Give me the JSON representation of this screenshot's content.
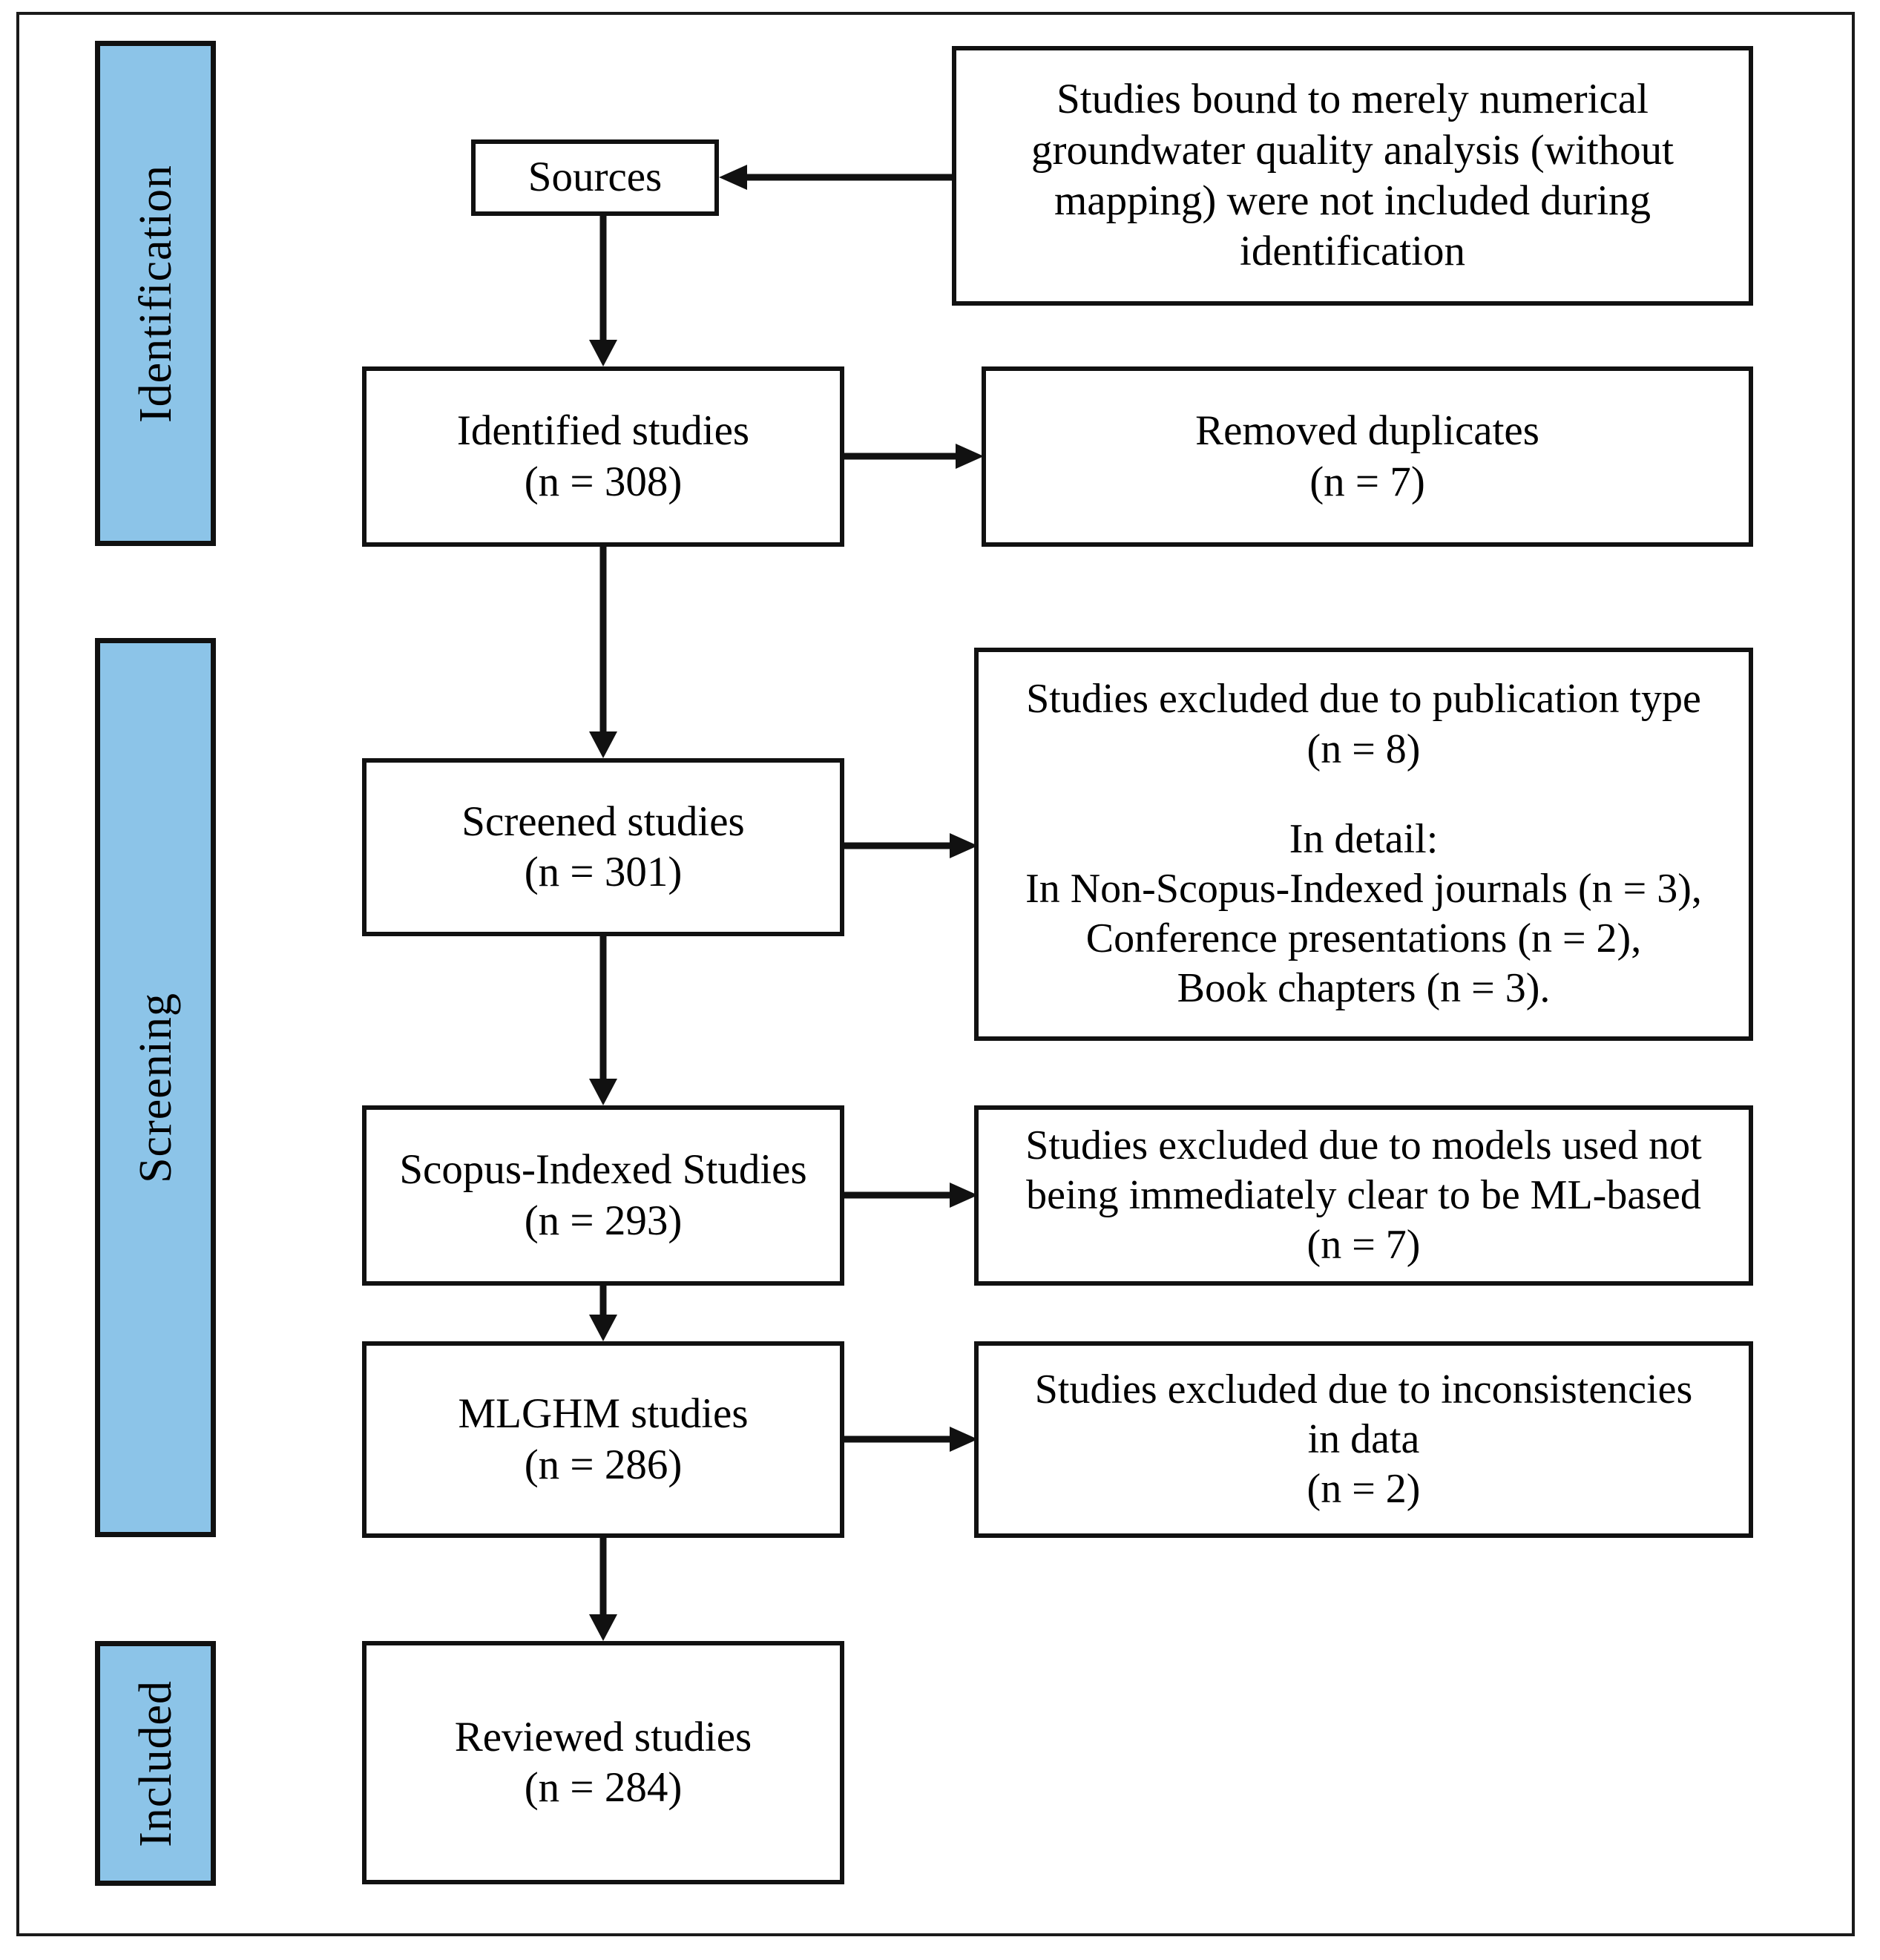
{
  "diagram": {
    "type": "prisma-flow-diagram",
    "stages": [
      {
        "id": "identification",
        "label": "Identification"
      },
      {
        "id": "screening",
        "label": "Screening"
      },
      {
        "id": "included",
        "label": "Included"
      }
    ],
    "boxes": [
      {
        "id": "sources",
        "stage": "identification",
        "column": "left",
        "lines": [
          "Sources"
        ]
      },
      {
        "id": "identification-note",
        "stage": "identification",
        "column": "right",
        "lines": [
          "Studies bound to merely numerical",
          "groundwater quality analysis (without",
          "mapping) were not included during",
          "identification"
        ]
      },
      {
        "id": "identified-studies",
        "stage": "identification",
        "column": "left",
        "lines": [
          "Identified studies",
          "(n = 308)"
        ],
        "count": 308
      },
      {
        "id": "removed-duplicates",
        "stage": "identification",
        "column": "right",
        "lines": [
          "Removed duplicates",
          "(n = 7)"
        ],
        "count": 7
      },
      {
        "id": "screened-studies",
        "stage": "screening",
        "column": "left",
        "lines": [
          "Screened studies",
          "(n = 301)"
        ],
        "count": 301
      },
      {
        "id": "excluded-publication-type",
        "stage": "screening",
        "column": "right",
        "lines": [
          "Studies excluded due to publication type",
          "(n = 8)",
          "",
          "In detail:",
          "In Non-Scopus-Indexed journals (n = 3),",
          "Conference presentations (n = 2),",
          "Book chapters (n = 3)."
        ],
        "count": 8
      },
      {
        "id": "scopus-indexed-studies",
        "stage": "screening",
        "column": "left",
        "lines": [
          "Scopus-Indexed Studies",
          "(n = 293)"
        ],
        "count": 293
      },
      {
        "id": "excluded-not-ml",
        "stage": "screening",
        "column": "right",
        "lines": [
          "Studies excluded due to models used not",
          "being immediately clear to be ML-based",
          "(n = 7)"
        ],
        "count": 7
      },
      {
        "id": "mlghm-studies",
        "stage": "screening",
        "column": "left",
        "lines": [
          "MLGHM studies",
          "(n = 286)"
        ],
        "count": 286
      },
      {
        "id": "excluded-inconsistencies",
        "stage": "screening",
        "column": "right",
        "lines": [
          "Studies excluded due to inconsistencies",
          "in data",
          "(n = 2)"
        ],
        "count": 2
      },
      {
        "id": "reviewed-studies",
        "stage": "included",
        "column": "left",
        "lines": [
          "Reviewed studies",
          "(n = 284)"
        ],
        "count": 284
      }
    ],
    "arrows": [
      {
        "from": "identification-note",
        "to": "sources",
        "direction": "left"
      },
      {
        "from": "sources",
        "to": "identified-studies",
        "direction": "down"
      },
      {
        "from": "identified-studies",
        "to": "removed-duplicates",
        "direction": "right"
      },
      {
        "from": "identified-studies",
        "to": "screened-studies",
        "direction": "down"
      },
      {
        "from": "screened-studies",
        "to": "excluded-publication-type",
        "direction": "right"
      },
      {
        "from": "screened-studies",
        "to": "scopus-indexed-studies",
        "direction": "down"
      },
      {
        "from": "scopus-indexed-studies",
        "to": "excluded-not-ml",
        "direction": "right"
      },
      {
        "from": "scopus-indexed-studies",
        "to": "mlghm-studies",
        "direction": "down"
      },
      {
        "from": "mlghm-studies",
        "to": "excluded-inconsistencies",
        "direction": "right"
      },
      {
        "from": "mlghm-studies",
        "to": "reviewed-studies",
        "direction": "down"
      }
    ],
    "colors": {
      "stage_bar_fill": "#8cc4e8",
      "stroke": "#111111",
      "box_fill": "#ffffff",
      "page_background": "#ffffff"
    }
  }
}
